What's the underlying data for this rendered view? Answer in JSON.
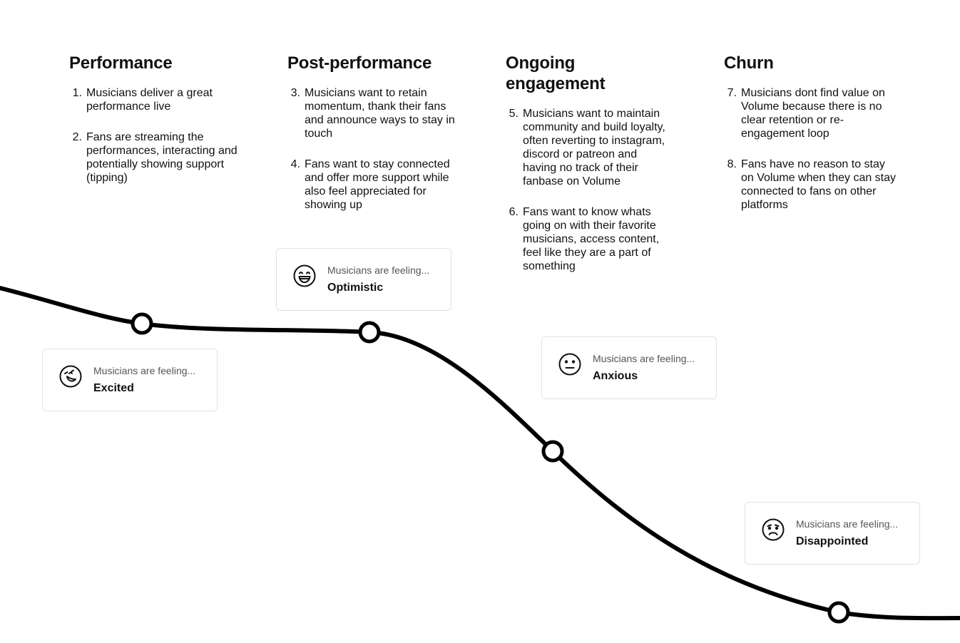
{
  "stages": [
    {
      "title": "Performance",
      "items": [
        {
          "num": "1.",
          "text": "Musicians deliver a great performance live"
        },
        {
          "num": "2.",
          "text": "Fans are streaming the performances, interacting and potentially showing support (tipping)"
        }
      ]
    },
    {
      "title": "Post-performance",
      "items": [
        {
          "num": "3.",
          "text": "Musicians want to retain momentum, thank their fans and announce ways to stay in touch"
        },
        {
          "num": "4.",
          "text": "Fans want to stay connected and offer more support while also feel appreciated for showing up"
        }
      ]
    },
    {
      "title": "Ongoing engagement",
      "items": [
        {
          "num": "5.",
          "text": "Musicians want to maintain community and build loyalty, often reverting to instagram, discord or patreon and having no track of their fanbase on Volume"
        },
        {
          "num": "6.",
          "text": "Fans want to know whats going on with their favorite musicians, access content, feel like they are a part of something"
        }
      ]
    },
    {
      "title": "Churn",
      "items": [
        {
          "num": "7.",
          "text": "Musicians dont find value on Volume because there is no clear retention or re-engagement loop"
        },
        {
          "num": "8.",
          "text": "Fans have no reason to stay on Volume when they can stay connected to fans on other platforms"
        }
      ]
    }
  ],
  "feelings": [
    {
      "prefix": "Musicians are feeling...",
      "value": "Excited",
      "icon": "excited-face-icon"
    },
    {
      "prefix": "Musicians are feeling...",
      "value": "Optimistic",
      "icon": "grinning-face-icon"
    },
    {
      "prefix": "Musicians are feeling...",
      "value": "Anxious",
      "icon": "neutral-face-icon"
    },
    {
      "prefix": "Musicians are feeling...",
      "value": "Disappointed",
      "icon": "frowning-face-icon"
    }
  ],
  "colors": {
    "line": "#000000",
    "card_border": "#e2e2e2",
    "muted_text": "#555555"
  }
}
